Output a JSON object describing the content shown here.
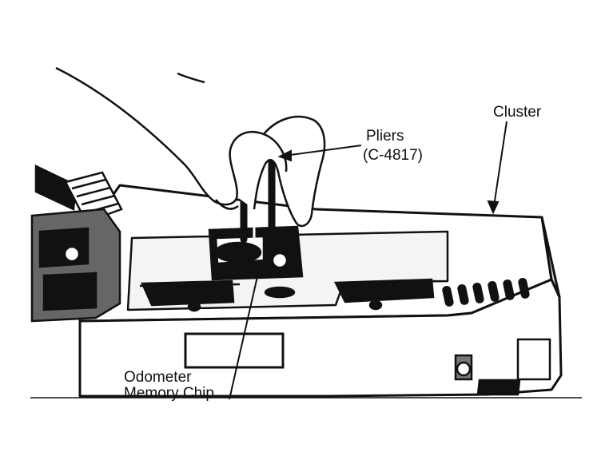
{
  "labels": {
    "pliers_name": "Pliers",
    "pliers_part": "(C-4817)",
    "cluster": "Cluster",
    "chip_line1": "Odometer",
    "chip_line2": "Memory Chip"
  },
  "colors": {
    "ink": "#111111",
    "paper": "#ffffff",
    "shade": "#555555"
  }
}
